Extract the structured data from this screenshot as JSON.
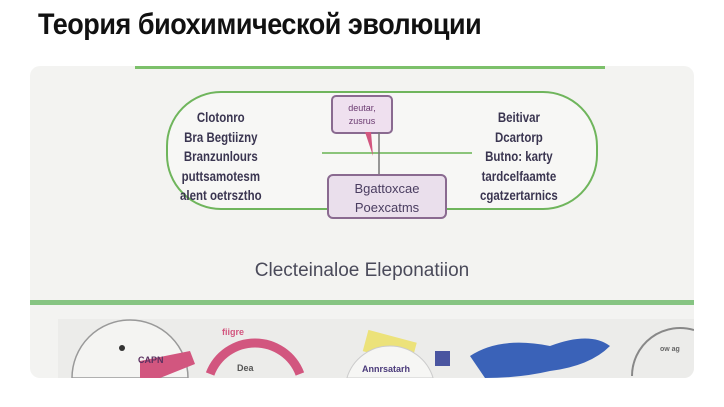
{
  "page": {
    "title": "Теория биохимической эволюции"
  },
  "illustration": {
    "left_column": [
      "Clotonro",
      "Bra Begtiizny",
      "Branzunlours",
      "puttsamotesm",
      "alent oetrsztho"
    ],
    "right_column": [
      "Beitivar",
      "Dcartorp",
      "Butno: karty",
      "tardcelfaamte",
      "cgatzertarnics"
    ],
    "top_box": [
      "deutar,",
      "zusrus"
    ],
    "center_box": [
      "Bgattoxcae",
      "Poexcatms"
    ],
    "caption": "Clecteinaloe Eleponatiion",
    "bottom_labels": {
      "cell": "CAPN",
      "ring_top": "fiigre",
      "ring_center": "Dea",
      "badge": "Annrsatarh",
      "dial": "ow ag"
    },
    "colors": {
      "green": "#6fb55c",
      "purple": "#8a6a90",
      "pink": "#d2567f",
      "blue": "#3a62b8",
      "yellow": "#ece27a"
    }
  }
}
